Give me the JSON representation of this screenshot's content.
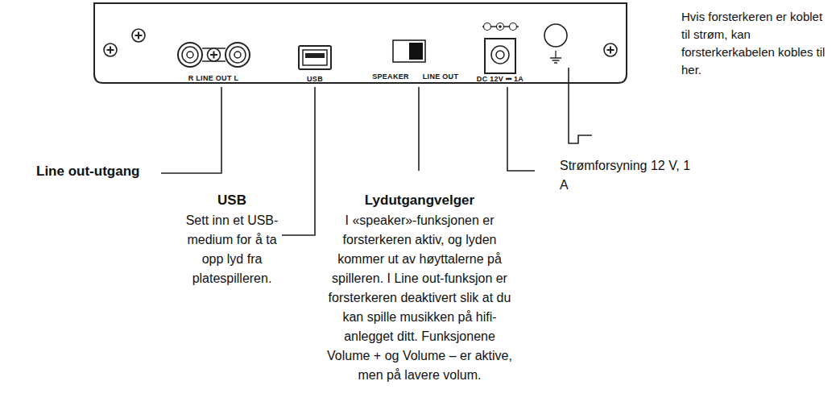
{
  "diagram": {
    "labels": [
      "R LINE OUT L",
      "USB",
      "SPEAKER",
      "LINE OUT",
      "DC 12V ⎓ 1A",
      "Hvis forsterkeren er koblet til strøm, kan forsterkerkabelen kobles til her.",
      "Strømforsyning 12 V, 1 A",
      "Line out-utgang",
      "USB",
      "Sett inn et USB-medium for å ta opp lyd fra platespilleren.",
      "Lydutgangvelger",
      "I «speaker»-funksjonen er forsterkeren aktiv, og lyden kommer ut av høyttalerne på spilleren. I Line out-funksjon er forsterkeren deaktivert slik at du kan spille musikken på hifi-anlegget ditt. Funksjonene Volume + og Volume – er aktive, men på lavere volum."
    ]
  }
}
